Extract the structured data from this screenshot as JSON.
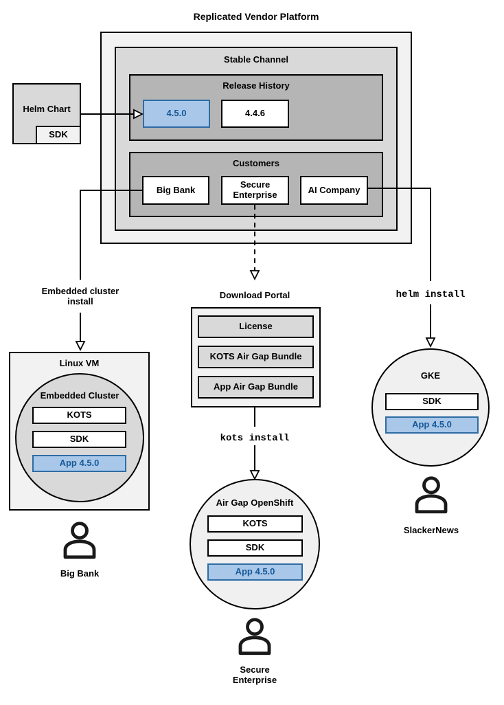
{
  "title": "Replicated Vendor Platform",
  "platform": {
    "stable_channel": {
      "title": "Stable Channel",
      "release_history": {
        "title": "Release History",
        "releases": [
          {
            "label": "4.5.0",
            "highlighted": true
          },
          {
            "label": "4.4.6",
            "highlighted": false
          }
        ]
      },
      "customers": {
        "title": "Customers",
        "items": [
          {
            "label": "Big Bank"
          },
          {
            "label": "Secure Enterprise"
          },
          {
            "label": "AI Company"
          }
        ]
      }
    }
  },
  "helm_chart": {
    "label": "Helm Chart",
    "sdk_label": "SDK"
  },
  "install_labels": {
    "embedded_cluster": "Embedded cluster install",
    "helm": "helm install",
    "kots": "kots install"
  },
  "download_portal": {
    "title": "Download Portal",
    "items": [
      {
        "label": "License"
      },
      {
        "label": "KOTS Air Gap Bundle"
      },
      {
        "label": "App Air Gap Bundle"
      }
    ]
  },
  "linux_vm": {
    "title": "Linux VM",
    "embedded_cluster": {
      "title": "Embedded Cluster",
      "components": [
        {
          "label": "KOTS",
          "highlighted": false
        },
        {
          "label": "SDK",
          "highlighted": false
        },
        {
          "label": "App 4.5.0",
          "highlighted": true
        }
      ]
    },
    "user": "Big Bank"
  },
  "air_gap_openshift": {
    "title": "Air Gap OpenShift",
    "components": [
      {
        "label": "KOTS",
        "highlighted": false
      },
      {
        "label": "SDK",
        "highlighted": false
      },
      {
        "label": "App 4.5.0",
        "highlighted": true
      }
    ],
    "user": "Secure Enterprise"
  },
  "gke": {
    "title": "GKE",
    "components": [
      {
        "label": "SDK",
        "highlighted": false
      },
      {
        "label": "App 4.5.0",
        "highlighted": true
      }
    ],
    "user": "SlackerNews"
  },
  "colors": {
    "highlight_fill": "#a9c7e8",
    "highlight_border": "#2e6ca4",
    "highlight_text": "#175a99",
    "gray_light": "#f2f2f2",
    "gray_mid": "#d9d9d9",
    "gray_dark": "#b5b5b5",
    "stroke": "#000000"
  }
}
